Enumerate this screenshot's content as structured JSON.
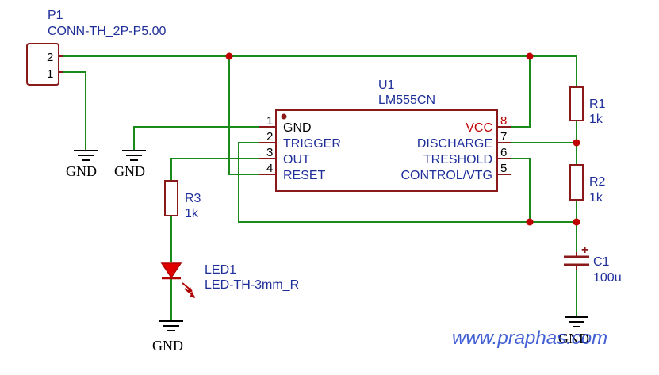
{
  "p1": {
    "ref": "P1",
    "value": "CONN-TH_2P-P5.00",
    "pin2": "2",
    "pin1": "1"
  },
  "u1": {
    "ref": "U1",
    "value": "LM555CN",
    "pins_left": [
      {
        "num": "1",
        "name": "GND"
      },
      {
        "num": "2",
        "name": "TRIGGER"
      },
      {
        "num": "3",
        "name": "OUT"
      },
      {
        "num": "4",
        "name": "RESET"
      }
    ],
    "pins_right": [
      {
        "num": "8",
        "name": "VCC"
      },
      {
        "num": "7",
        "name": "DISCHARGE"
      },
      {
        "num": "6",
        "name": "TRESHOLD"
      },
      {
        "num": "5",
        "name": "CONTROL/VTG"
      }
    ]
  },
  "r1": {
    "ref": "R1",
    "value": "1k"
  },
  "r2": {
    "ref": "R2",
    "value": "1k"
  },
  "r3": {
    "ref": "R3",
    "value": "1k"
  },
  "c1": {
    "ref": "C1",
    "value": "100u",
    "polarity": "+"
  },
  "led1": {
    "ref": "LED1",
    "value": "LED-TH-3mm_R"
  },
  "gnd_label": "GND",
  "watermark": "www.praphas.com",
  "colors": {
    "wire": "#1a8a1a",
    "component": "#8a1a1a",
    "label": "#1f2f9a",
    "vcc": "#c00000",
    "led": "#e00000",
    "junction": "#c00000"
  }
}
